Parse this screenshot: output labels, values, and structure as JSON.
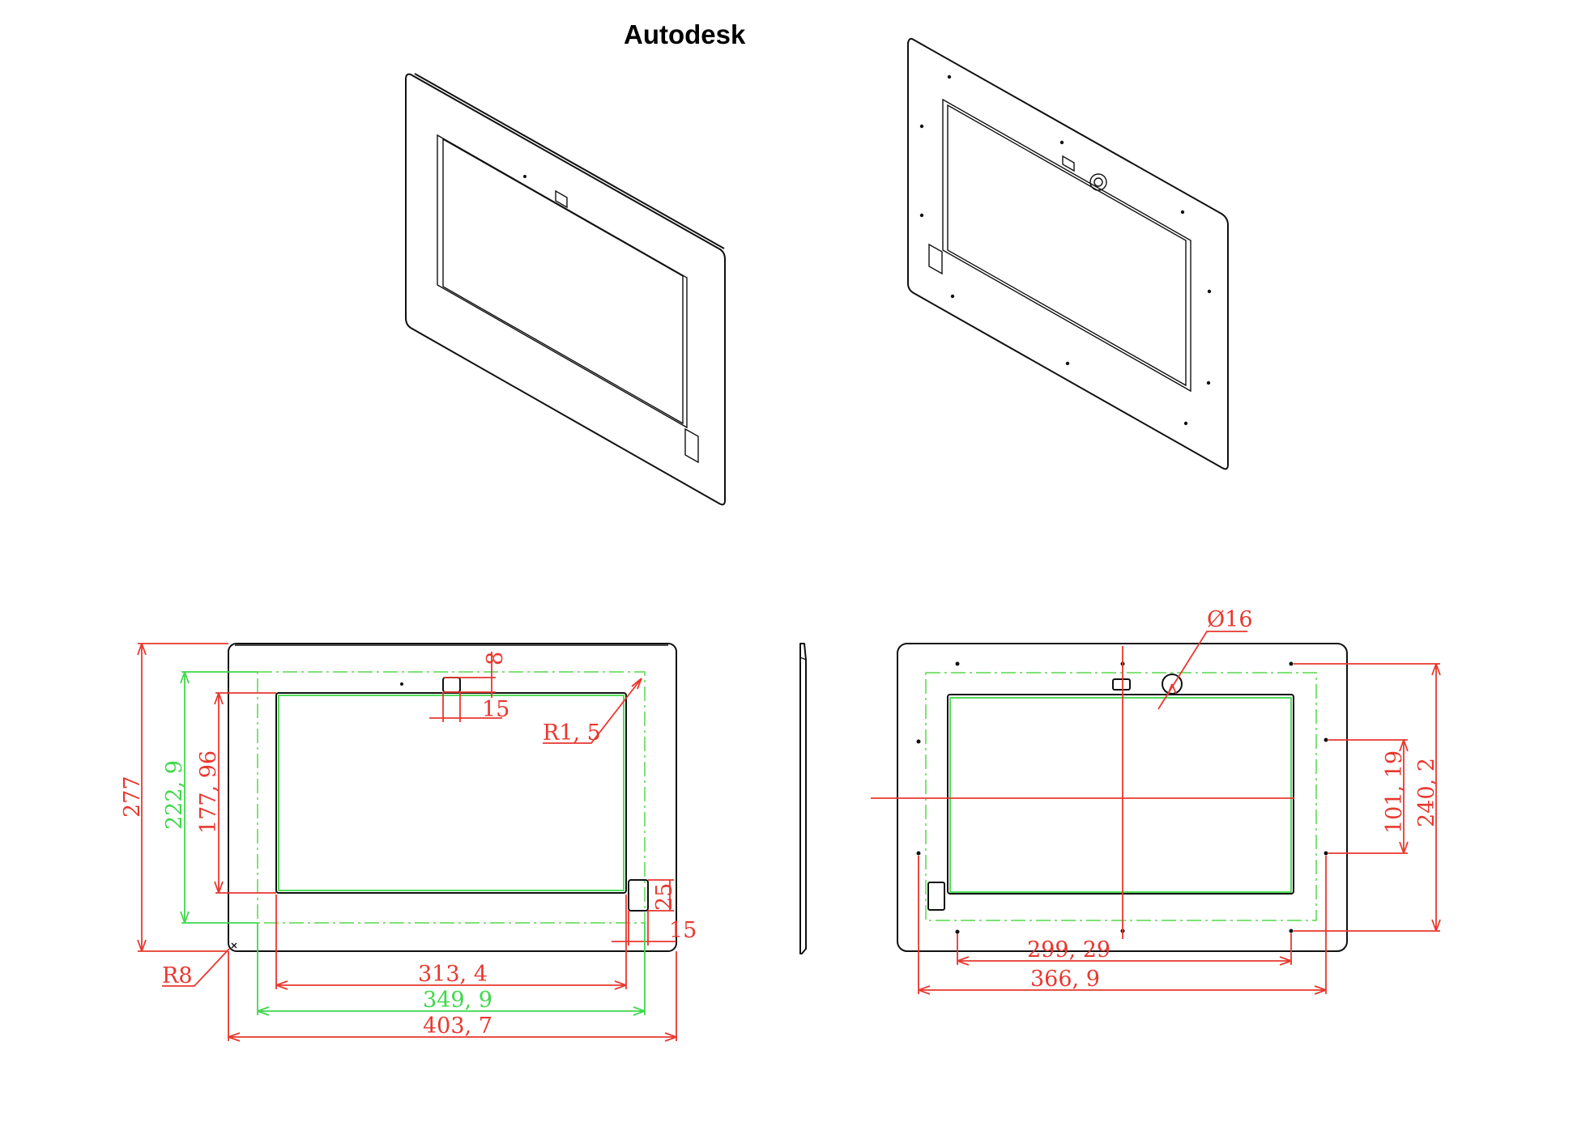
{
  "title": "Autodesk",
  "dimensions": {
    "overall_height": "277",
    "outer_green_height": "222, 9",
    "cutout_height": "177, 96",
    "corner_radius": "R8",
    "inner_radius": "R1, 5",
    "slot_height": "8",
    "slot_offset": "15",
    "side_slot_height": "25",
    "side_slot_offset": "15",
    "cutout_width": "313, 4",
    "green_width": "349, 9",
    "overall_width": "403, 7",
    "camera_hole": "Ø16",
    "hole_pitch_v_inner": "101, 19",
    "hole_pitch_v_outer": "240, 2",
    "hole_pitch_h_inner": "299, 29",
    "hole_pitch_h_outer": "366, 9"
  },
  "colors": {
    "outline": "#111111",
    "dimension": "#e8382f",
    "reference": "#3fd84a"
  }
}
